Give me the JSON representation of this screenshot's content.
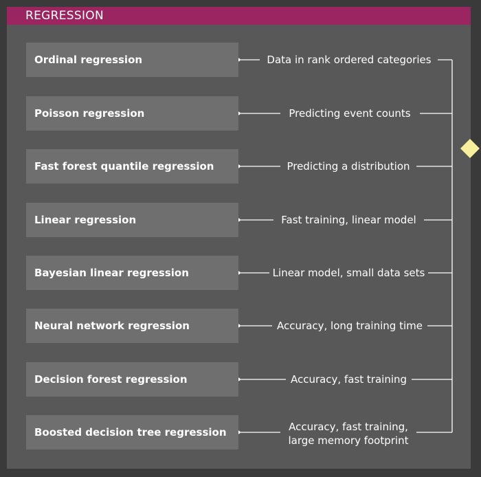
{
  "header": {
    "title": "REGRESSION"
  },
  "colors": {
    "background": "#3a3a3a",
    "panel": "#585858",
    "header": "#9b2561",
    "box": "#6f6f6f",
    "line": "#ffffff",
    "diamond": "#f7ef9b"
  },
  "items": [
    {
      "label": "Ordinal regression",
      "description": "Data in rank ordered categories"
    },
    {
      "label": "Poisson regression",
      "description": "Predicting event counts"
    },
    {
      "label": "Fast forest quantile regression",
      "description": "Predicting a distribution"
    },
    {
      "label": "Linear regression",
      "description": "Fast training, linear model"
    },
    {
      "label": "Bayesian linear regression",
      "description": "Linear model, small data sets"
    },
    {
      "label": "Neural network regression",
      "description": "Accuracy, long training time"
    },
    {
      "label": "Decision forest regression",
      "description": "Accuracy, fast training"
    },
    {
      "label": "Boosted decision tree regression",
      "description": "Accuracy, fast training,",
      "description_line2": "large memory footprint"
    }
  ]
}
